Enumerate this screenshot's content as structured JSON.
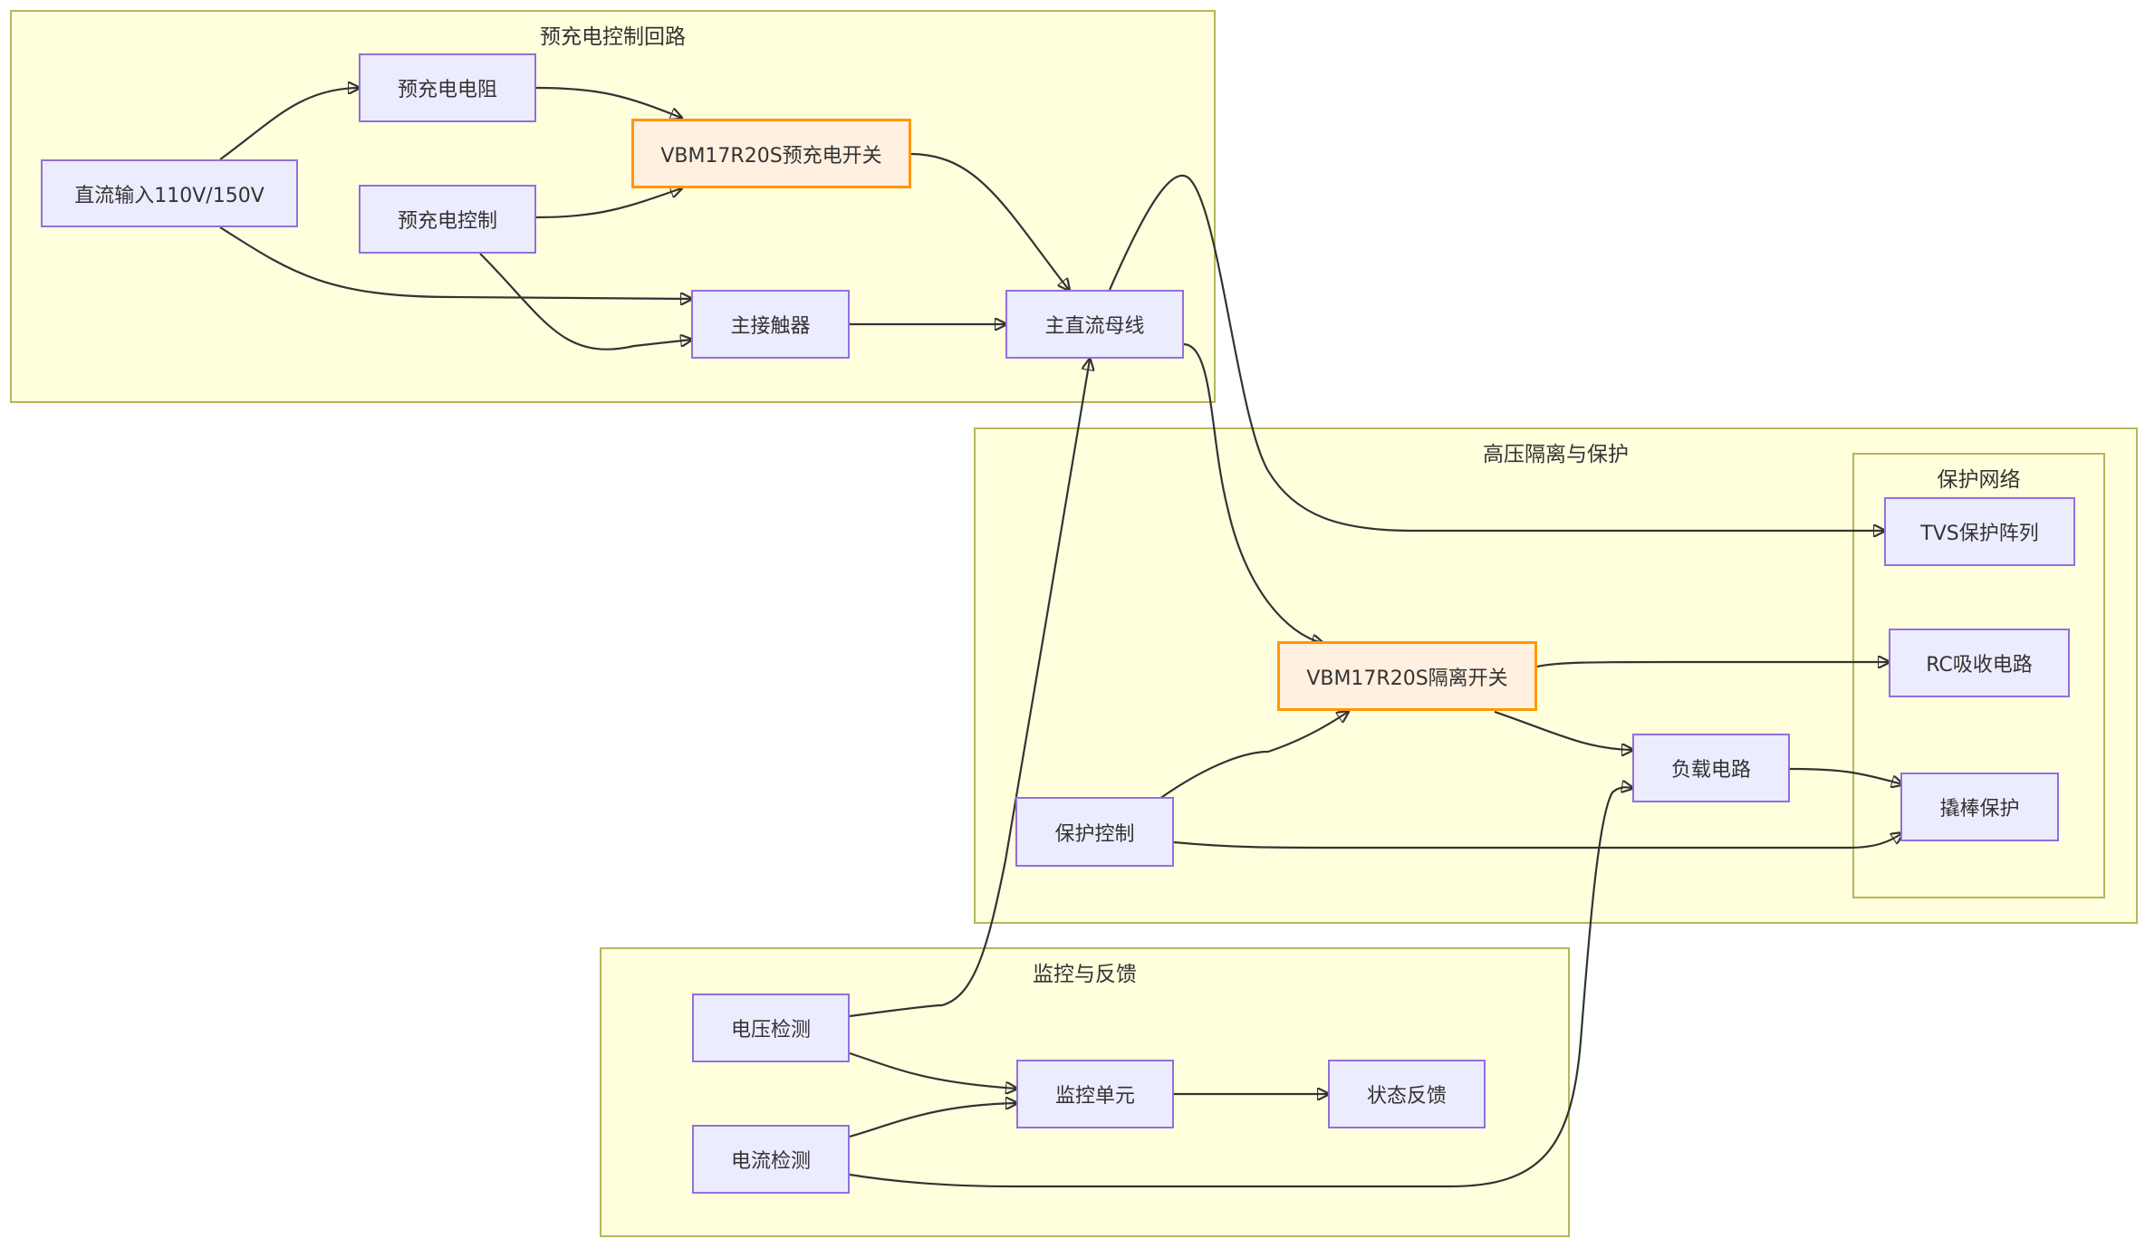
{
  "diagram": {
    "clusters": {
      "precharge": {
        "title": "预充电控制回路"
      },
      "isolation": {
        "title": "高压隔离与保护"
      },
      "protection": {
        "title": "保护网络"
      },
      "monitor": {
        "title": "监控与反馈"
      }
    },
    "nodes": {
      "dc_input": {
        "label": "直流输入110V/150V"
      },
      "precharge_resistor": {
        "label": "预充电电阻"
      },
      "precharge_control": {
        "label": "预充电控制"
      },
      "precharge_switch": {
        "label": "VBM17R20S预充电开关"
      },
      "main_contactor": {
        "label": "主接触器"
      },
      "main_bus": {
        "label": "主直流母线"
      },
      "tvs_array": {
        "label": "TVS保护阵列"
      },
      "rc_snubber": {
        "label": "RC吸收电路"
      },
      "crowbar": {
        "label": "撬棒保护"
      },
      "isolation_switch": {
        "label": "VBM17R20S隔离开关"
      },
      "load_circuit": {
        "label": "负载电路"
      },
      "protection_control": {
        "label": "保护控制"
      },
      "voltage_sense": {
        "label": "电压检测"
      },
      "current_sense": {
        "label": "电流检测"
      },
      "monitor_unit": {
        "label": "监控单元"
      },
      "status_feedback": {
        "label": "状态反馈"
      }
    },
    "highlight_color": "#ff9800",
    "node_fill": "#ececff",
    "cluster_fill": "#ffffde"
  }
}
